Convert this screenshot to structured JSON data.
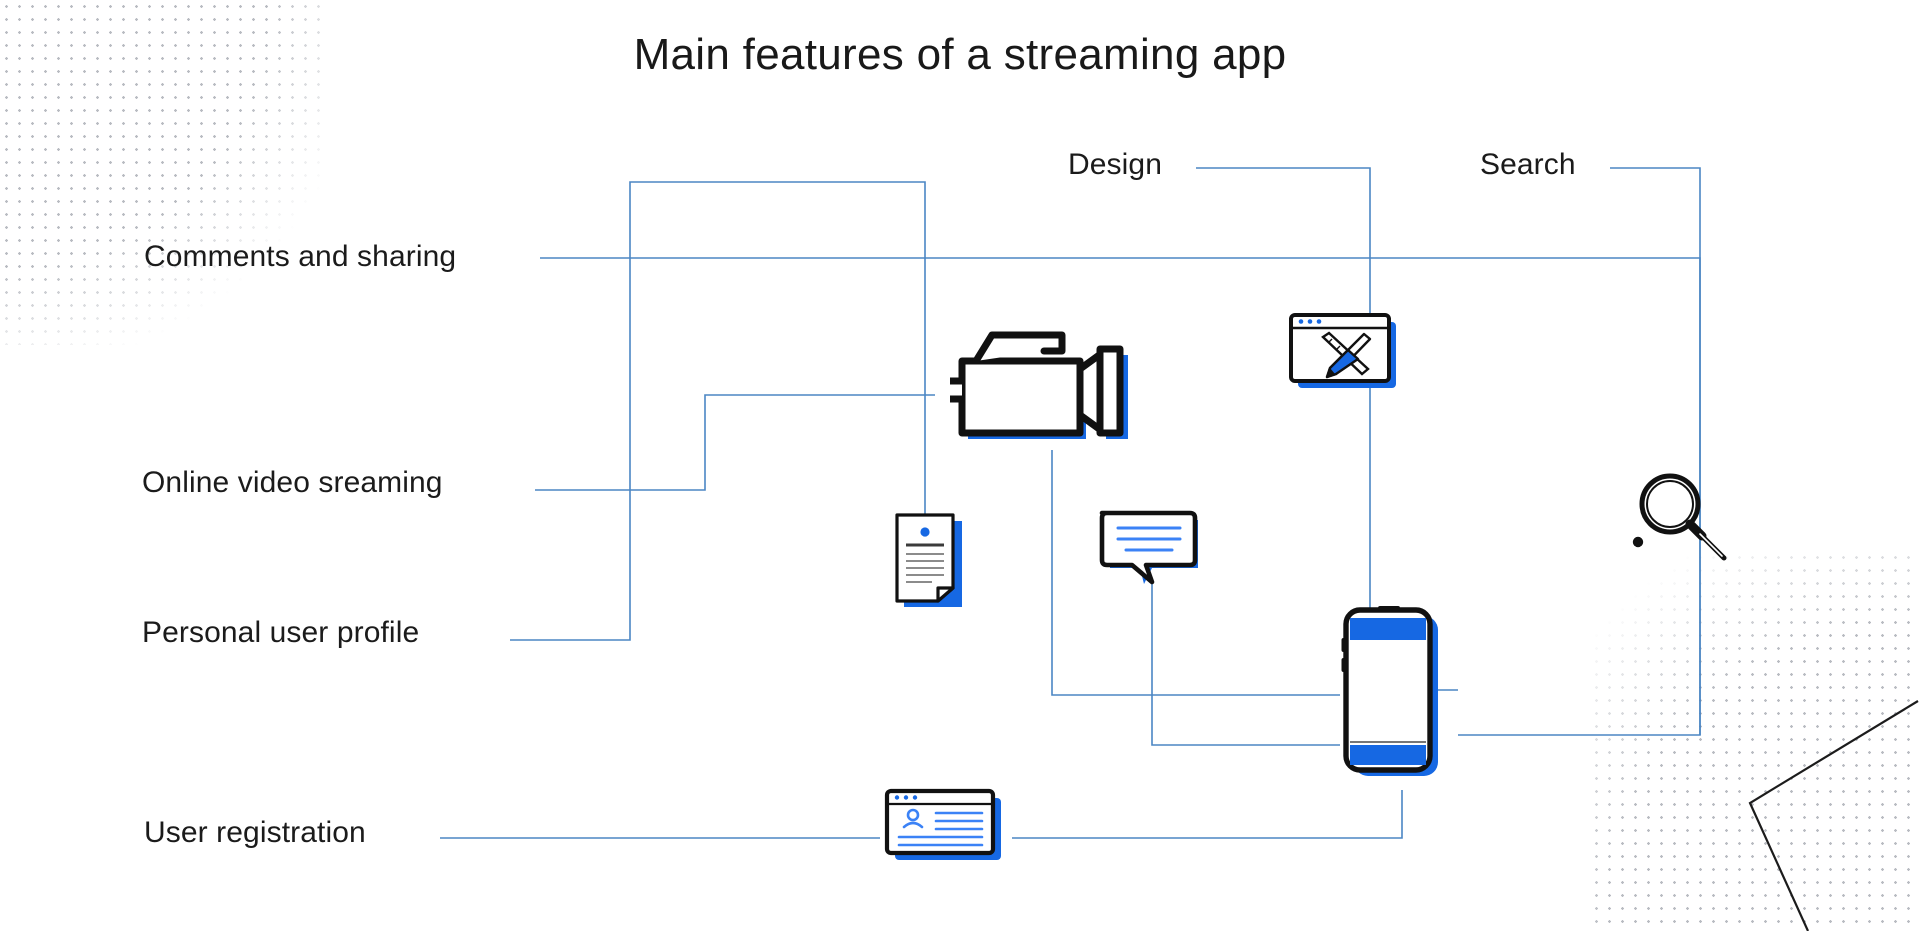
{
  "title": "Main features of a streaming app",
  "colors": {
    "accent_blue": "#1668e3",
    "line_blue": "#4b86c4",
    "ink": "#111111",
    "dot_grey": "#b9bcc2",
    "text": "#1b1b1b"
  },
  "labels": {
    "comments_and_sharing": "Comments and sharing",
    "online_video_sreaming": "Online video sreaming",
    "personal_user_profile": "Personal user profile",
    "user_registration": "User registration",
    "design": "Design",
    "search": "Search"
  },
  "icons": [
    {
      "id": "video-camera",
      "name": "video-camera-icon"
    },
    {
      "id": "design-browser",
      "name": "browser-design-icon"
    },
    {
      "id": "document",
      "name": "document-icon"
    },
    {
      "id": "speech-bubble",
      "name": "speech-bubble-icon"
    },
    {
      "id": "smartphone",
      "name": "smartphone-icon"
    },
    {
      "id": "magnifier",
      "name": "magnifier-icon"
    },
    {
      "id": "registration-form",
      "name": "registration-form-icon"
    }
  ],
  "decorations": [
    {
      "id": "dots-top-left",
      "name": "dot-grid-top-left"
    },
    {
      "id": "dots-bottom-right",
      "name": "dot-grid-bottom-right"
    },
    {
      "id": "polygon-accent",
      "name": "polygon-accent-shape"
    }
  ]
}
